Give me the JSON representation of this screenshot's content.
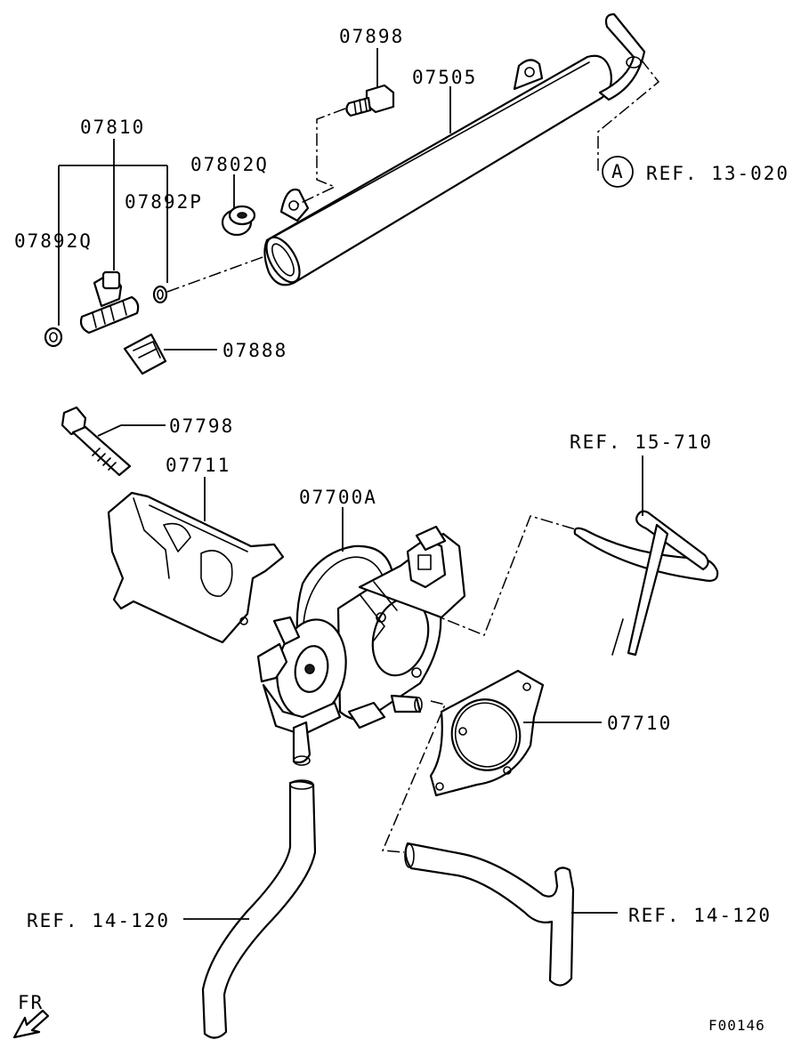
{
  "labels": {
    "p07898": "07898",
    "p07505": "07505",
    "p07810": "07810",
    "p07802q": "07802Q",
    "p07892p": "07892P",
    "p07892q": "07892Q",
    "p07888": "07888",
    "ref_a_marker": "A",
    "ref_13_020": "REF. 13-020",
    "p07798": "07798",
    "p07711": "07711",
    "p07700a": "07700A",
    "ref_15_710": "REF. 15-710",
    "p07710": "07710",
    "ref_14_120_left": "REF. 14-120",
    "ref_14_120_right": "REF. 14-120",
    "fr_label": "FR",
    "figure_code": "F00146"
  },
  "icons": {
    "front_arrow": "front-direction-arrow-icon"
  }
}
